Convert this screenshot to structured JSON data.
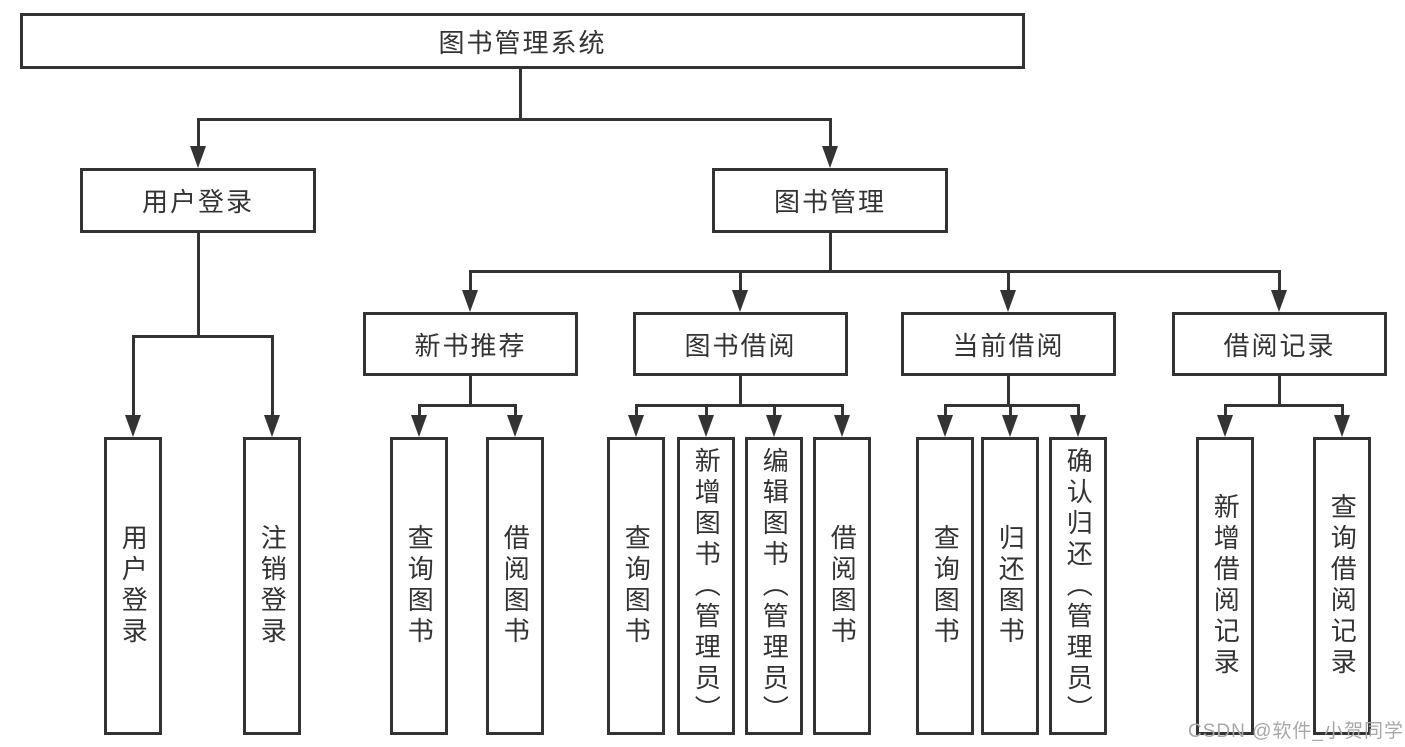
{
  "colors": {
    "line": "#333333",
    "text": "#333333",
    "watermark": "#a8a8a8",
    "background": "#ffffff"
  },
  "watermark": {
    "text": "CSDN @软件_小贺同学"
  },
  "tree": {
    "root": "图书管理系统",
    "branches": [
      {
        "label": "用户登录",
        "leaves": [
          "用户登录",
          "注销登录"
        ]
      },
      {
        "label": "图书管理",
        "groups": [
          {
            "label": "新书推荐",
            "leaves": [
              "查询图书",
              "借阅图书"
            ]
          },
          {
            "label": "图书借阅",
            "leaves": [
              "查询图书",
              "新增图书（管理员）",
              "编辑图书（管理员）",
              "借阅图书"
            ]
          },
          {
            "label": "当前借阅",
            "leaves": [
              "查询图书",
              "归还图书",
              "确认归还（管理员）"
            ]
          },
          {
            "label": "借阅记录",
            "leaves": [
              "新增借阅记录",
              "查询借阅记录"
            ]
          }
        ]
      }
    ]
  }
}
